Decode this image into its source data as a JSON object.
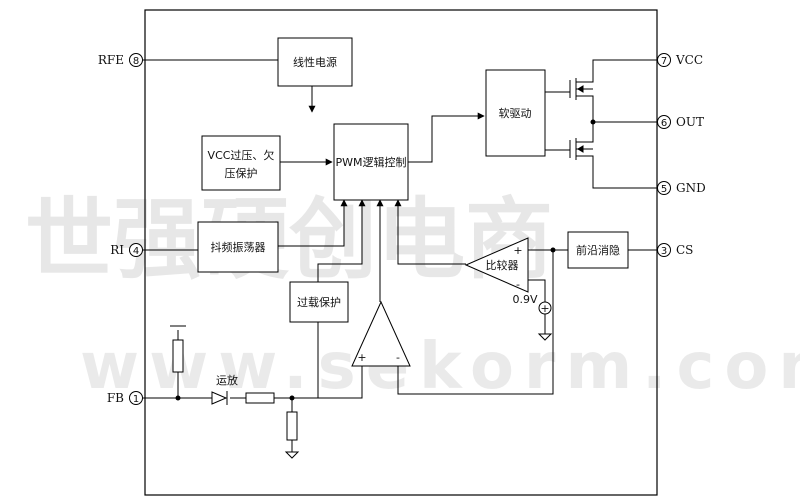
{
  "blocks": {
    "linear_supply": "线性电源",
    "pwm_logic": "PWM逻辑控制",
    "vcc_protect_line1": "VCC过压、欠",
    "vcc_protect_line2": "压保护",
    "soft_drive": "软驱动",
    "jitter_osc": "抖频振荡器",
    "leading_edge_blank": "前沿消隐",
    "overload_protect": "过载保护",
    "comparator": "比较器",
    "opamp_label": "运放",
    "vref": "0.9V",
    "plus": "+",
    "minus": "-",
    "plus2": "+",
    "minus2": "-"
  },
  "pins": [
    {
      "num": "8",
      "name": "RFE"
    },
    {
      "num": "4",
      "name": "RI"
    },
    {
      "num": "1",
      "name": "FB"
    },
    {
      "num": "7",
      "name": "VCC"
    },
    {
      "num": "6",
      "name": "OUT"
    },
    {
      "num": "5",
      "name": "GND"
    },
    {
      "num": "3",
      "name": "CS"
    }
  ],
  "watermark": {
    "cn": "世强硬创电商",
    "en": "www.sekorm.com"
  }
}
